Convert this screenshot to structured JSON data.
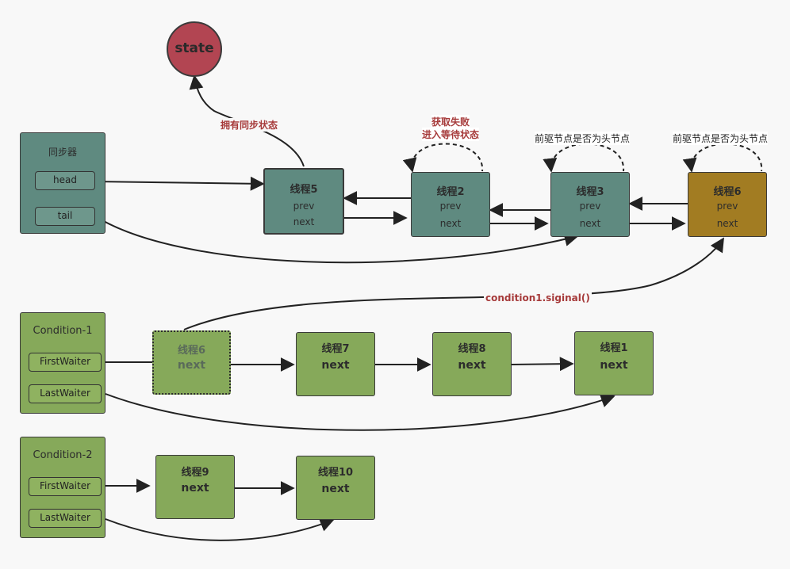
{
  "state": {
    "label": "state"
  },
  "sync": {
    "title": "同步器",
    "head": "head",
    "tail": "tail"
  },
  "nodes": {
    "t5": {
      "name": "线程5",
      "prev": "prev",
      "next": "next"
    },
    "t2": {
      "name": "线程2",
      "prev": "prev",
      "next": "next"
    },
    "t3": {
      "name": "线程3",
      "prev": "prev",
      "next": "next"
    },
    "t6": {
      "name": "线程6",
      "prev": "prev",
      "next": "next"
    }
  },
  "annotations": {
    "own_state": "拥有同步状态",
    "fail_line1": "获取失败",
    "fail_line2": "进入等待状态",
    "check_head_1": "前驱节点是否为头节点",
    "check_head_2": "前驱节点是否为头节点",
    "signal": "condition1.siginal()"
  },
  "condition1": {
    "title": "Condition-1",
    "first": "FirstWaiter",
    "last": "LastWaiter",
    "nodes": [
      {
        "name": "线程6",
        "next": "next"
      },
      {
        "name": "线程7",
        "next": "next"
      },
      {
        "name": "线程8",
        "next": "next"
      },
      {
        "name": "线程1",
        "next": "next"
      }
    ]
  },
  "condition2": {
    "title": "Condition-2",
    "first": "FirstWaiter",
    "last": "LastWaiter",
    "nodes": [
      {
        "name": "线程9",
        "next": "next"
      },
      {
        "name": "线程10",
        "next": "next"
      }
    ]
  },
  "colors": {
    "state": "#b24552",
    "sync_node": "#5f8a80",
    "waiting_node": "#a27c22",
    "condition_node": "#86a95a",
    "annotation_red": "#a63a3a"
  }
}
